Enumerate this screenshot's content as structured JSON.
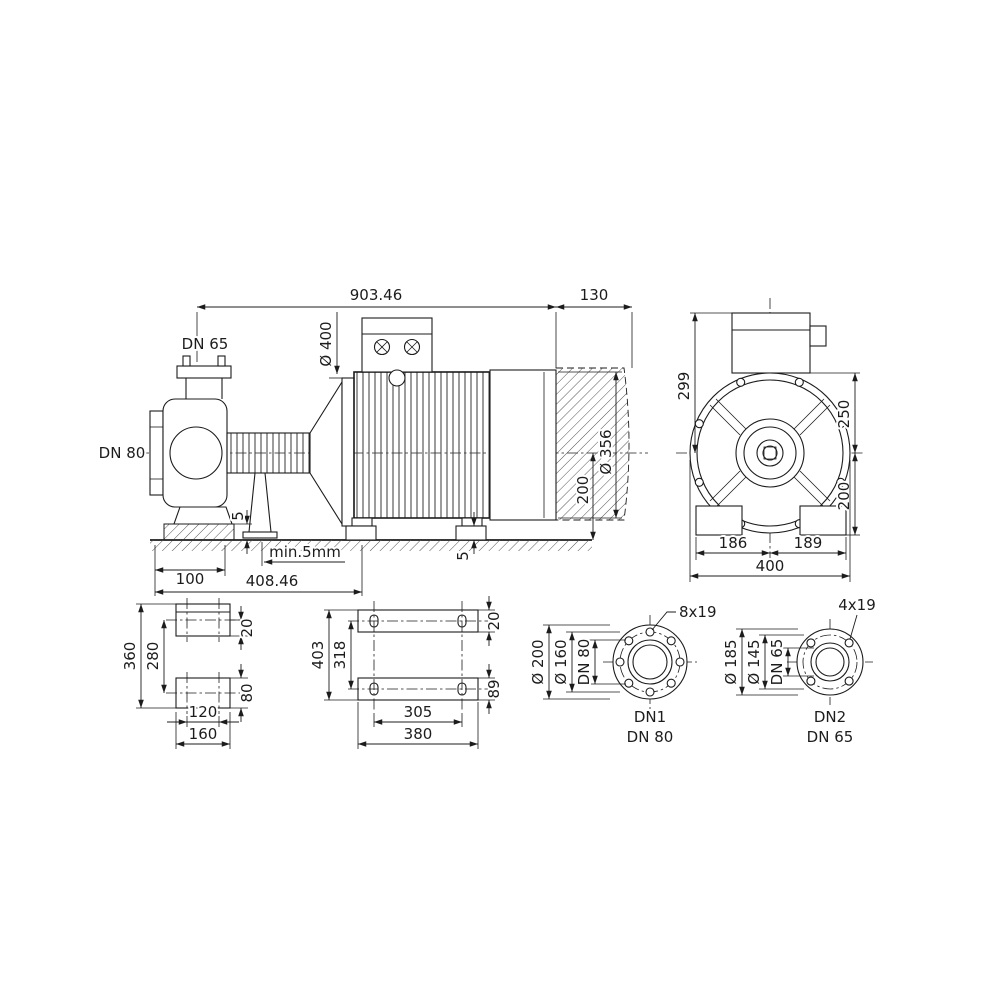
{
  "side_view": {
    "overall_length": "903.46",
    "motor_clearance": "130",
    "discharge_flange": "DN 65",
    "flange_diameter": "Ø 400",
    "suction_flange": "DN 80",
    "motor_diameter": "Ø 356",
    "shaft_height": "200",
    "pad_height": "5",
    "min_gap_note": "min.5mm",
    "suction_offset": "100",
    "foot_distance": "408.46",
    "motor_pad_height": "5"
  },
  "end_view": {
    "height_box": "299",
    "height_upper": "250",
    "height_lower": "200",
    "foot_left": "186",
    "foot_right": "189",
    "overall_width": "400"
  },
  "pump_foot_view": {
    "overall_height": "360",
    "hole_pitch": "280",
    "pad_offset": "20",
    "pad_width": "80",
    "hole_spacing": "120",
    "pad_length": "160"
  },
  "motor_foot_view": {
    "overall_length": "403",
    "hole_pitch": "318",
    "pad_offset": "20",
    "pad_width": "89",
    "hole_spacing": "305",
    "overall_width": "380"
  },
  "flange_dn80": {
    "bolt_holes": "8x19",
    "outer_diameter": "Ø 200",
    "bolt_circle": "Ø 160",
    "nominal": "DN 80",
    "caption_line1": "DN1",
    "caption_line2": "DN 80"
  },
  "flange_dn65": {
    "bolt_holes": "4x19",
    "outer_diameter": "Ø 185",
    "bolt_circle": "Ø 145",
    "nominal": "DN 65",
    "caption_line1": "DN2",
    "caption_line2": "DN 65"
  }
}
